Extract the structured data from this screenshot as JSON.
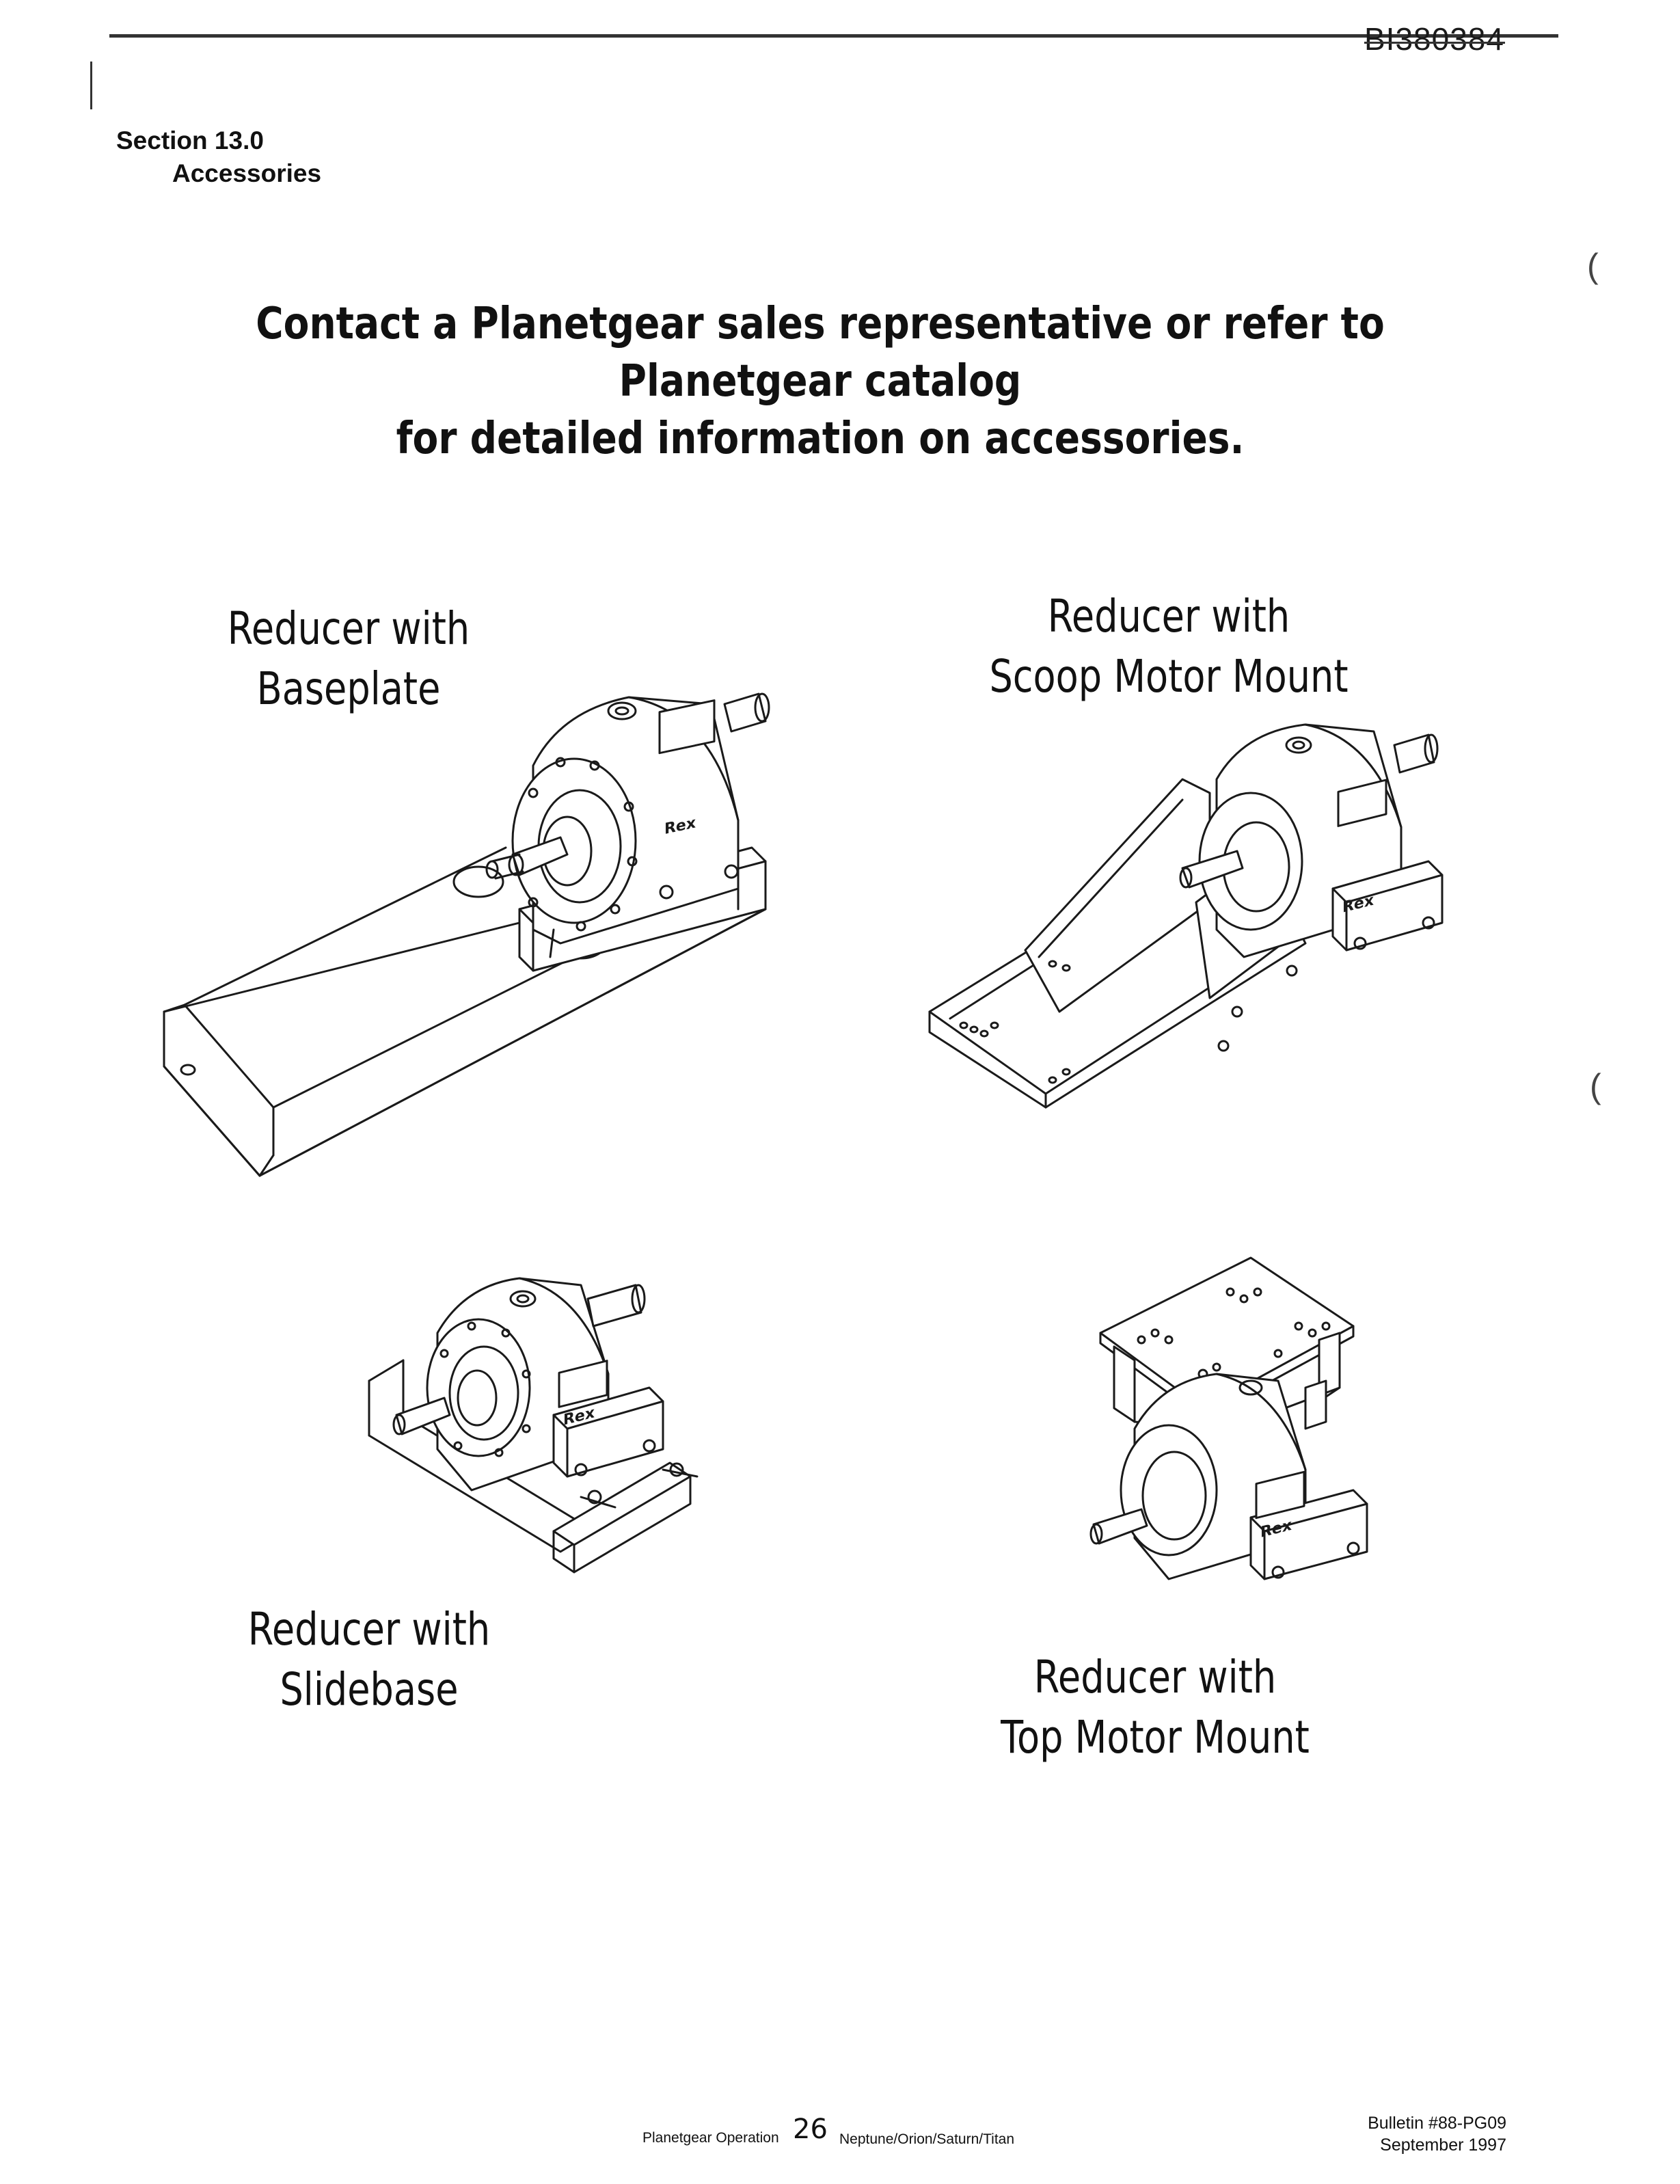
{
  "header": {
    "doc_id": "BI380384",
    "section_number": "Section 13.0",
    "section_title": "Accessories"
  },
  "notice": {
    "line1": "Contact a Planetgear sales representative or refer to Planetgear catalog",
    "line2": "for detailed information on accessories."
  },
  "figures": [
    {
      "line1": "Reducer with",
      "line2": "Baseplate",
      "icon": "reducer-baseplate-drawing"
    },
    {
      "line1": "Reducer with",
      "line2": "Scoop Motor Mount",
      "icon": "reducer-scoop-motor-mount-drawing"
    },
    {
      "line1": "Reducer with",
      "line2": "Slidebase",
      "icon": "reducer-slidebase-drawing"
    },
    {
      "line1": "Reducer with",
      "line2": "Top Motor Mount",
      "icon": "reducer-top-motor-mount-drawing"
    }
  ],
  "logo_text": "Rex",
  "footer": {
    "left": "Planetgear Operation",
    "page_number": "26",
    "right": "Neptune/Orion/Saturn/Titan",
    "bulletin": "Bulletin #88-PG09",
    "date": "September 1997"
  }
}
